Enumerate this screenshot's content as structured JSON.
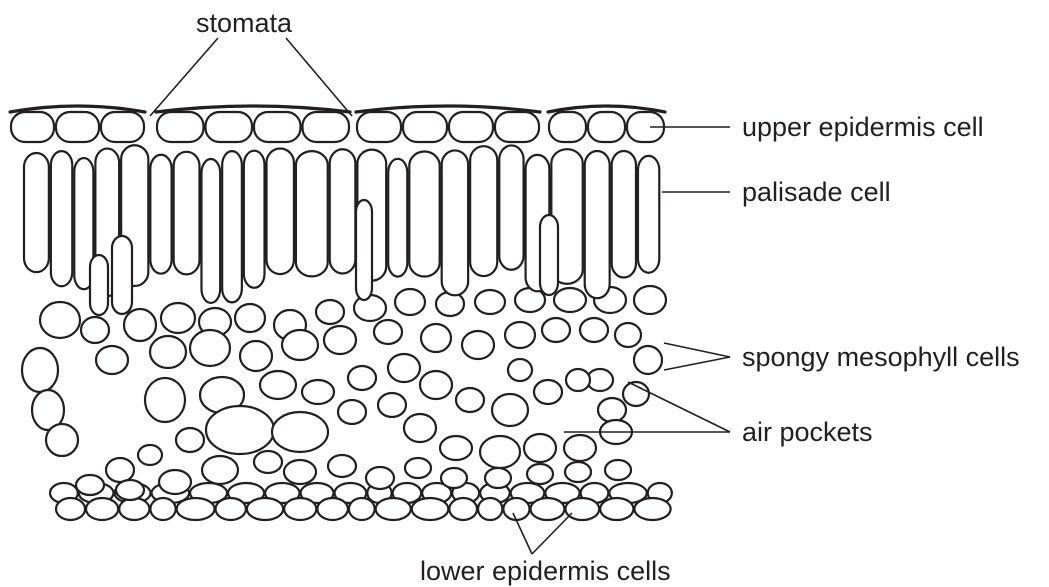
{
  "labels": {
    "stomata": "stomata",
    "upper_epidermis": "upper epidermis cell",
    "palisade": "palisade cell",
    "spongy": "spongy mesophyll cells",
    "air_pockets": "air pockets",
    "lower_epidermis": "lower epidermis cells"
  },
  "colors": {
    "ink": "#231f20",
    "background": "#ffffff"
  }
}
